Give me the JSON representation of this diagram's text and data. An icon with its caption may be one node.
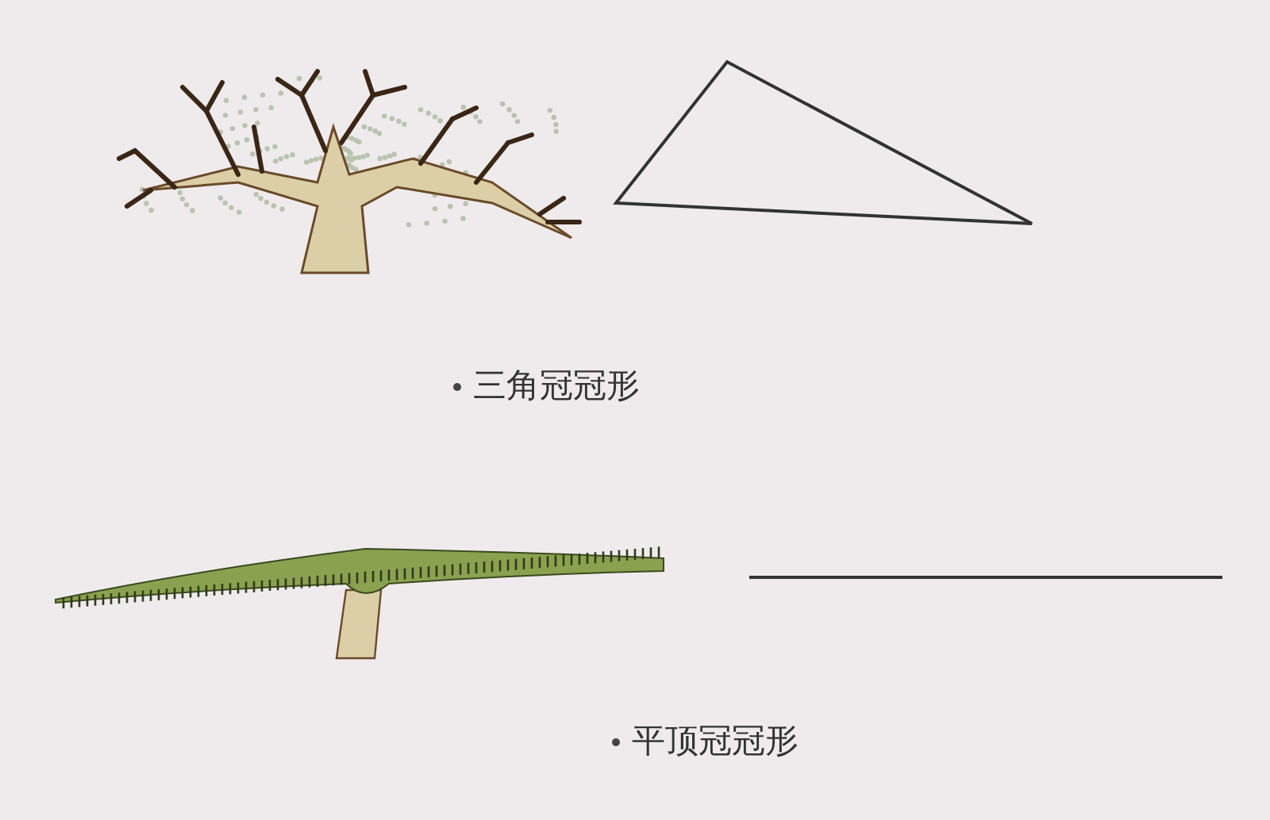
{
  "diagram": {
    "nodes": [
      {
        "text": [],
        "shape": "triangle"
      },
      {
        "text": [],
        "shape": "line"
      }
    ],
    "labels": [
      "三角冠冠形",
      "平顶冠冠形"
    ]
  }
}
